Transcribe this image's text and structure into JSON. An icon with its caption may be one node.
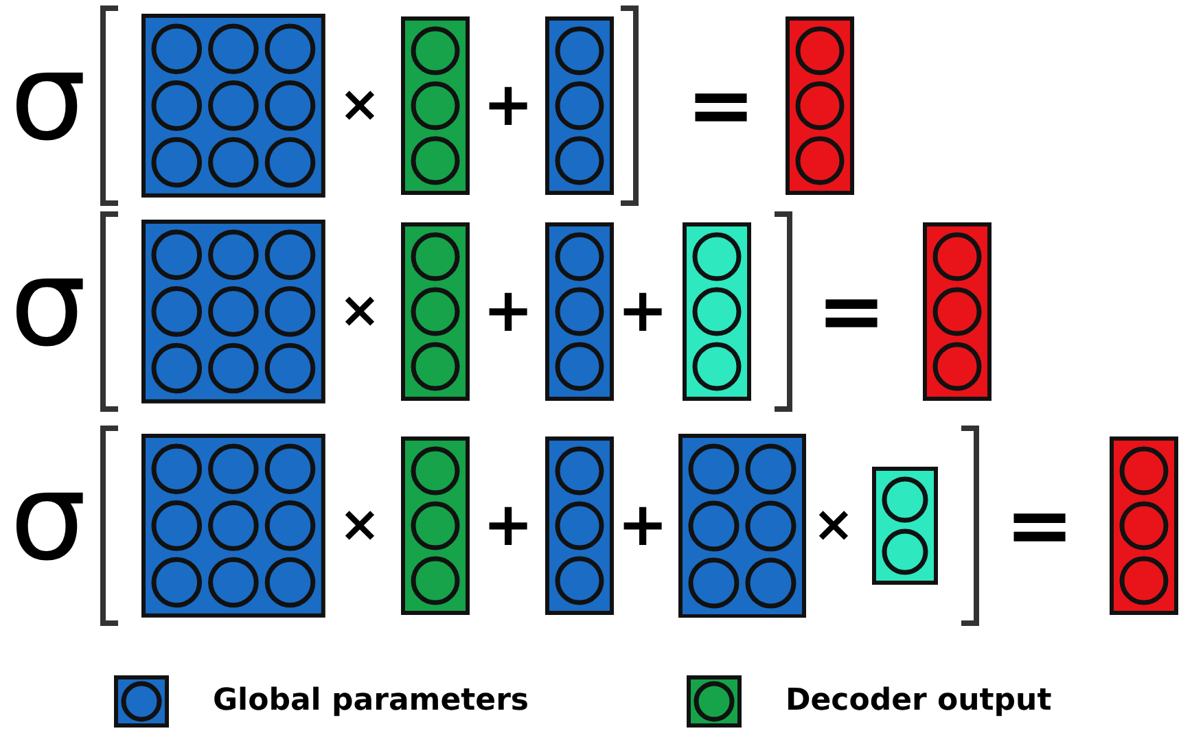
{
  "diagram": {
    "labels": [
      "σ",
      "×",
      "+",
      "=",
      "σ",
      "×",
      "+",
      "+",
      "=",
      "σ",
      "×",
      "+",
      "+",
      "×",
      "="
    ],
    "legend": [
      {
        "text": "Global parameters",
        "color": "#1b6cc4"
      },
      {
        "text": "Decoder output",
        "color": "#16a34a"
      }
    ]
  }
}
